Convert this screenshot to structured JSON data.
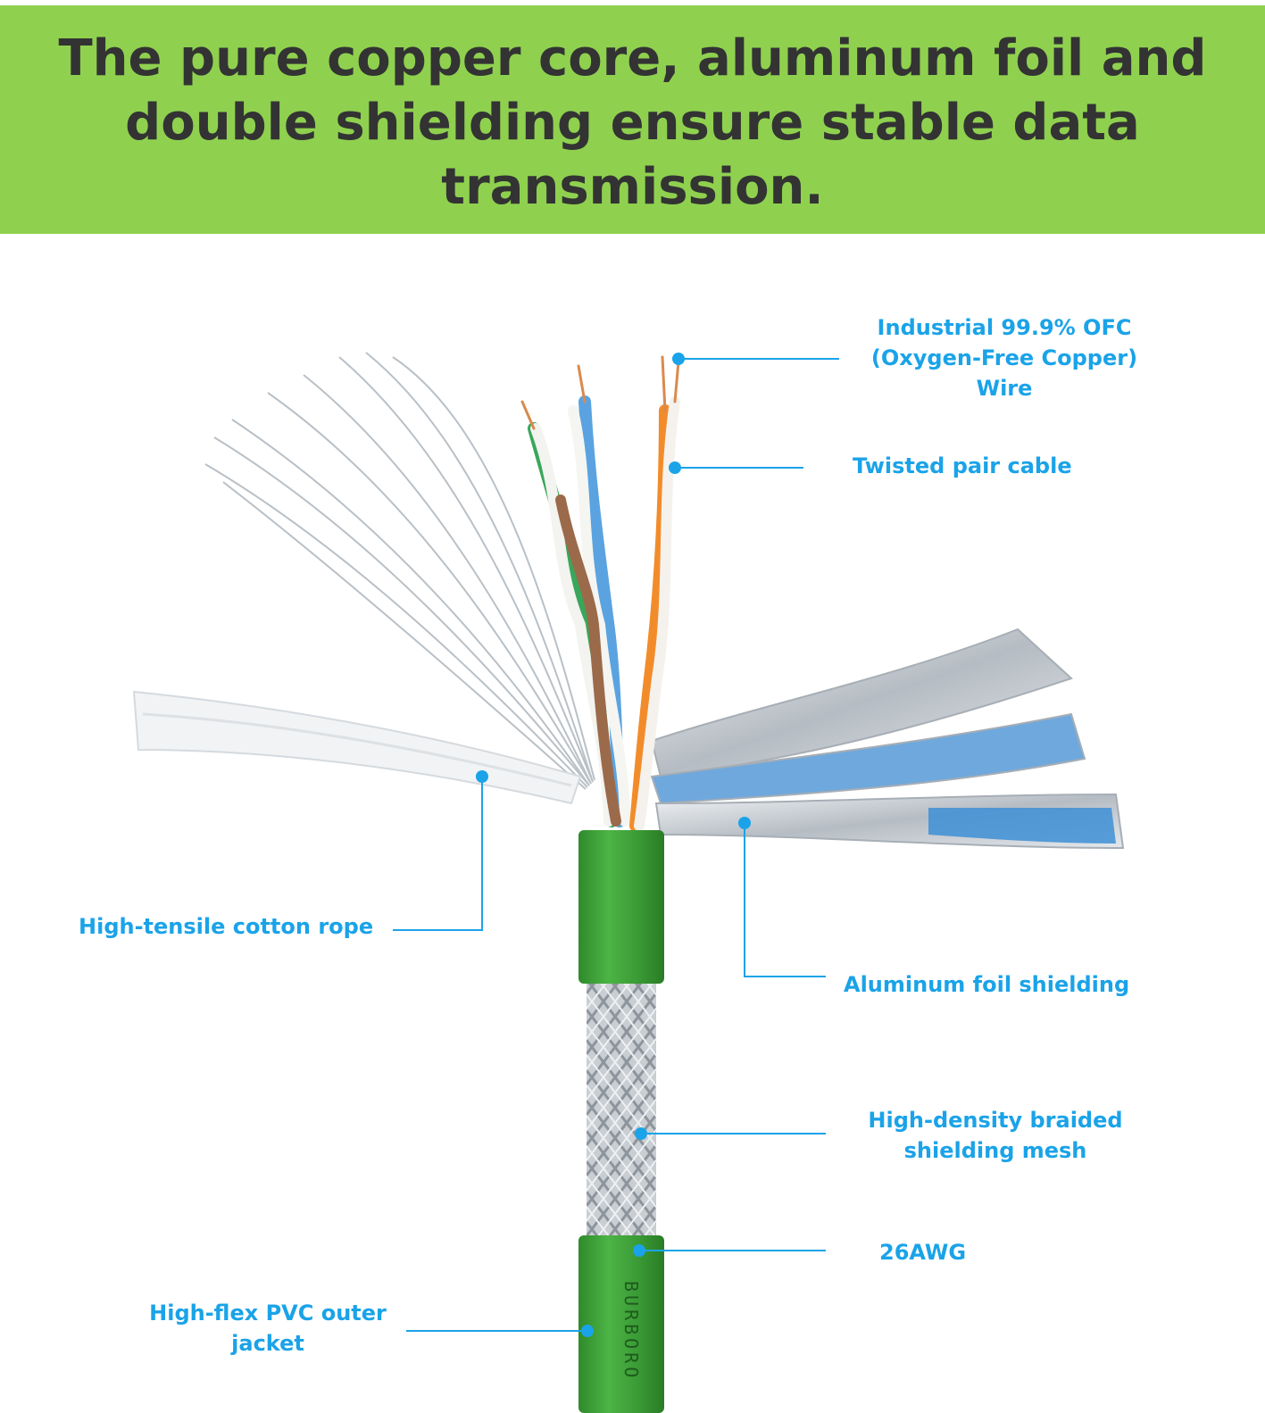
{
  "header": {
    "headline": "The pure copper core, aluminum foil and double shielding ensure stable data transmission."
  },
  "colors": {
    "banner": "#8fd14f",
    "headline_text": "#333333",
    "label_text": "#1aa3e8",
    "leader_line": "#1aa3e8",
    "jacket": "#3a9a35"
  },
  "cable": {
    "jacket_print": "BURBORO"
  },
  "labels": {
    "ofc_wire": [
      "Industrial 99.9% OFC",
      "(Oxygen-Free Copper)",
      "Wire"
    ],
    "twisted_pair": "Twisted pair cable",
    "cotton_rope": "High-tensile cotton rope",
    "aluminum_foil": "Aluminum foil shielding",
    "braided_mesh": [
      "High-density braided",
      "shielding mesh"
    ],
    "awg": "26AWG",
    "pvc_jacket": [
      "High-flex PVC outer",
      "jacket"
    ]
  }
}
